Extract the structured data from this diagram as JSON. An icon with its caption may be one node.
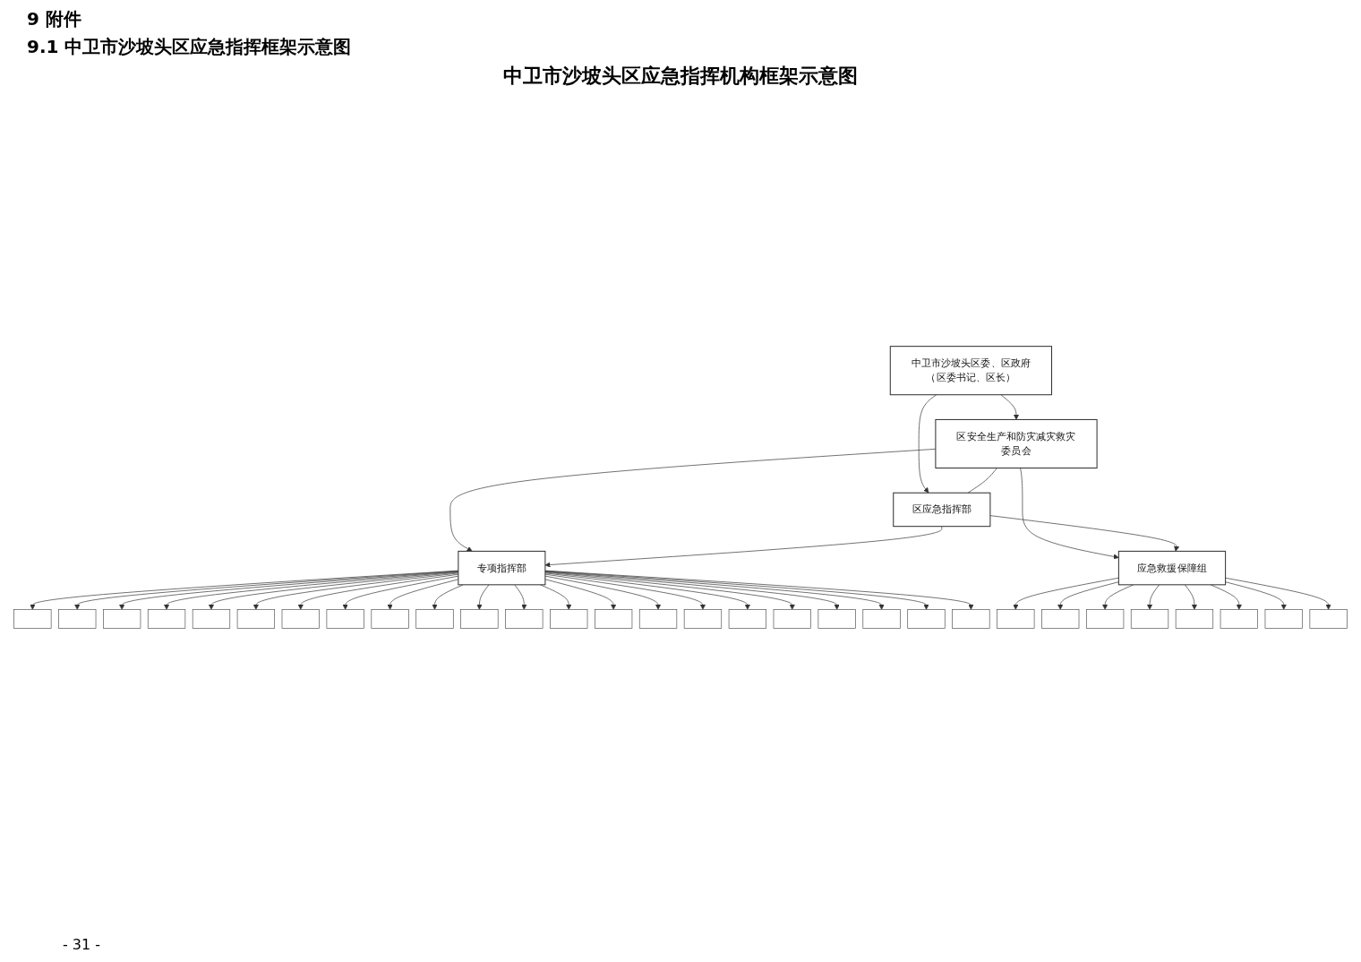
{
  "diagram": {
    "title": "9.1 中卫市沙坡头区应急指挥框架示意图",
    "caption": "中卫市沙坡头区应急指挥机构框架示意图",
    "nodes": [
      {
        "text": [
          "中卫市沙坡头区委、区政府（区委书记、区长）"
        ]
      },
      {
        "text": [
          "区安全生产和防灾减灾救灾委员会"
        ]
      },
      {
        "text": [
          "区应急指挥部"
        ]
      },
      {
        "text": [
          "专项指挥部"
        ]
      },
      {
        "text": [
          "应急救援保障组"
        ]
      },
      {
        "text": [],
        "shape": "box"
      },
      {
        "text": [],
        "shape": "box"
      },
      {
        "text": [],
        "shape": "box"
      },
      {
        "text": [],
        "shape": "box"
      },
      {
        "text": [],
        "shape": "box"
      },
      {
        "text": [],
        "shape": "box"
      },
      {
        "text": [],
        "shape": "box"
      },
      {
        "text": [],
        "shape": "box"
      },
      {
        "text": [],
        "shape": "box"
      },
      {
        "text": [],
        "shape": "box"
      },
      {
        "text": [],
        "shape": "box"
      },
      {
        "text": [],
        "shape": "box"
      },
      {
        "text": [],
        "shape": "box"
      },
      {
        "text": [],
        "shape": "box"
      },
      {
        "text": [],
        "shape": "box"
      },
      {
        "text": [],
        "shape": "box"
      },
      {
        "text": [],
        "shape": "box"
      },
      {
        "text": [],
        "shape": "box"
      },
      {
        "text": [],
        "shape": "box"
      },
      {
        "text": [],
        "shape": "box"
      },
      {
        "text": [],
        "shape": "box"
      },
      {
        "text": [],
        "shape": "box"
      },
      {
        "text": [],
        "shape": "box"
      },
      {
        "text": [],
        "shape": "box"
      },
      {
        "text": [],
        "shape": "box"
      },
      {
        "text": [],
        "shape": "box"
      },
      {
        "text": [],
        "shape": "box"
      },
      {
        "text": [],
        "shape": "box"
      },
      {
        "text": [],
        "shape": "box"
      },
      {
        "text": [],
        "shape": "box"
      }
    ],
    "edges": [
      {
        "from": 0,
        "to": 1,
        "arrow": "to"
      },
      {
        "from": 0,
        "to": 2,
        "arrow": "to"
      },
      {
        "from": 1,
        "to": 2,
        "arrow": "none"
      },
      {
        "from": 1,
        "to": 3,
        "arrow": "to"
      },
      {
        "from": 1,
        "to": 4,
        "arrow": "to"
      },
      {
        "from": 2,
        "to": 3,
        "arrow": "to"
      },
      {
        "from": 2,
        "to": 4,
        "arrow": "to"
      },
      {
        "from": 3,
        "to": 5,
        "arrow": "to"
      },
      {
        "from": 3,
        "to": 6,
        "arrow": "to"
      },
      {
        "from": 3,
        "to": 7,
        "arrow": "to"
      },
      {
        "from": 3,
        "to": 8,
        "arrow": "to"
      },
      {
        "from": 3,
        "to": 9,
        "arrow": "to"
      },
      {
        "from": 3,
        "to": 10,
        "arrow": "to"
      },
      {
        "from": 3,
        "to": 11,
        "arrow": "to"
      },
      {
        "from": 3,
        "to": 12,
        "arrow": "to"
      },
      {
        "from": 3,
        "to": 13,
        "arrow": "to"
      },
      {
        "from": 3,
        "to": 14,
        "arrow": "to"
      },
      {
        "from": 3,
        "to": 15,
        "arrow": "to"
      },
      {
        "from": 3,
        "to": 16,
        "arrow": "to"
      },
      {
        "from": 3,
        "to": 17,
        "arrow": "to"
      },
      {
        "from": 3,
        "to": 18,
        "arrow": "to"
      },
      {
        "from": 3,
        "to": 19,
        "arrow": "to"
      },
      {
        "from": 3,
        "to": 20,
        "arrow": "to"
      },
      {
        "from": 3,
        "to": 21,
        "arrow": "to"
      },
      {
        "from": 3,
        "to": 22,
        "arrow": "to"
      },
      {
        "from": 3,
        "to": 23,
        "arrow": "to"
      },
      {
        "from": 3,
        "to": 24,
        "arrow": "to"
      },
      {
        "from": 3,
        "to": 25,
        "arrow": "to"
      },
      {
        "from": 3,
        "to": 26,
        "arrow": "to"
      },
      {
        "from": 4,
        "to": 27,
        "arrow": "to"
      },
      {
        "from": 4,
        "to": 28,
        "arrow": "to"
      },
      {
        "from": 4,
        "to": 29,
        "arrow": "to"
      },
      {
        "from": 4,
        "to": 30,
        "arrow": "to"
      },
      {
        "from": 4,
        "to": 31,
        "arrow": "to"
      },
      {
        "from": 4,
        "to": 32,
        "arrow": "to"
      },
      {
        "from": 4,
        "to": 33,
        "arrow": "to"
      },
      {
        "from": 4,
        "to": 34,
        "arrow": "to"
      }
    ],
    "labels": [
      "9 附件",
      "- 31 -"
    ]
  }
}
